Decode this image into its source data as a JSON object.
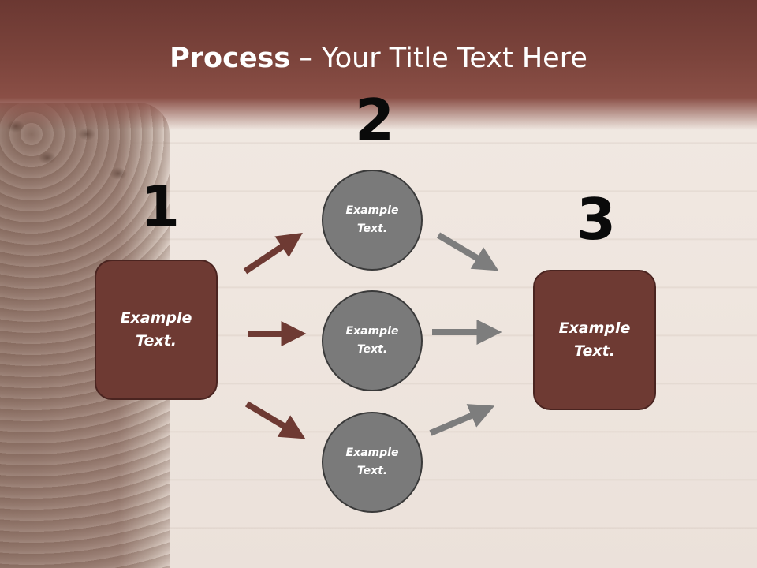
{
  "slide": {
    "title_bold": "Process",
    "title_rest": " – Your Title Text Here"
  },
  "steps": {
    "one": {
      "number": "1",
      "text": "Example Text."
    },
    "two": {
      "number": "2"
    },
    "three": {
      "number": "3",
      "text": "Example Text."
    }
  },
  "circles": [
    {
      "text": "Example Text."
    },
    {
      "text": "Example Text."
    },
    {
      "text": "Example Text."
    }
  ],
  "colors": {
    "header": "#7c443c",
    "box_fill": "#6e3a33",
    "circle_fill": "#7a7a7a",
    "left_arrow": "#6e3a33",
    "right_arrow": "#7a7a7a"
  }
}
